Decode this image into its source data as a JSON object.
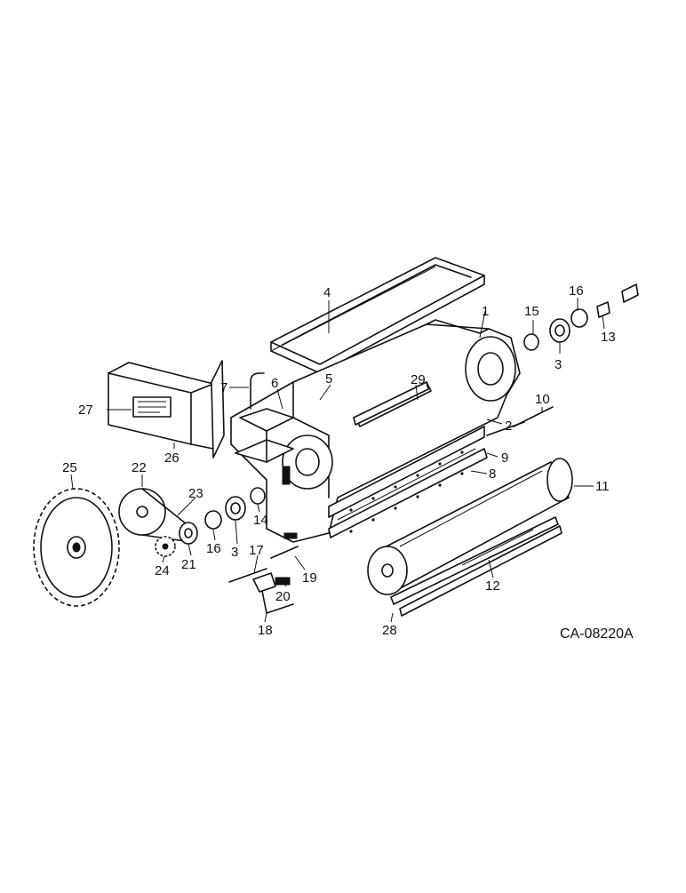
{
  "diagram": {
    "drawing_code": "CA-08220A",
    "callouts": [
      "1",
      "2",
      "3",
      "4",
      "5",
      "6",
      "7",
      "8",
      "9",
      "10",
      "11",
      "12",
      "13",
      "14",
      "15",
      "16",
      "17",
      "18",
      "19",
      "20",
      "21",
      "22",
      "23",
      "24",
      "25",
      "26",
      "27",
      "28",
      "29"
    ],
    "callout_3_second": "3",
    "callout_16_second": "16"
  }
}
